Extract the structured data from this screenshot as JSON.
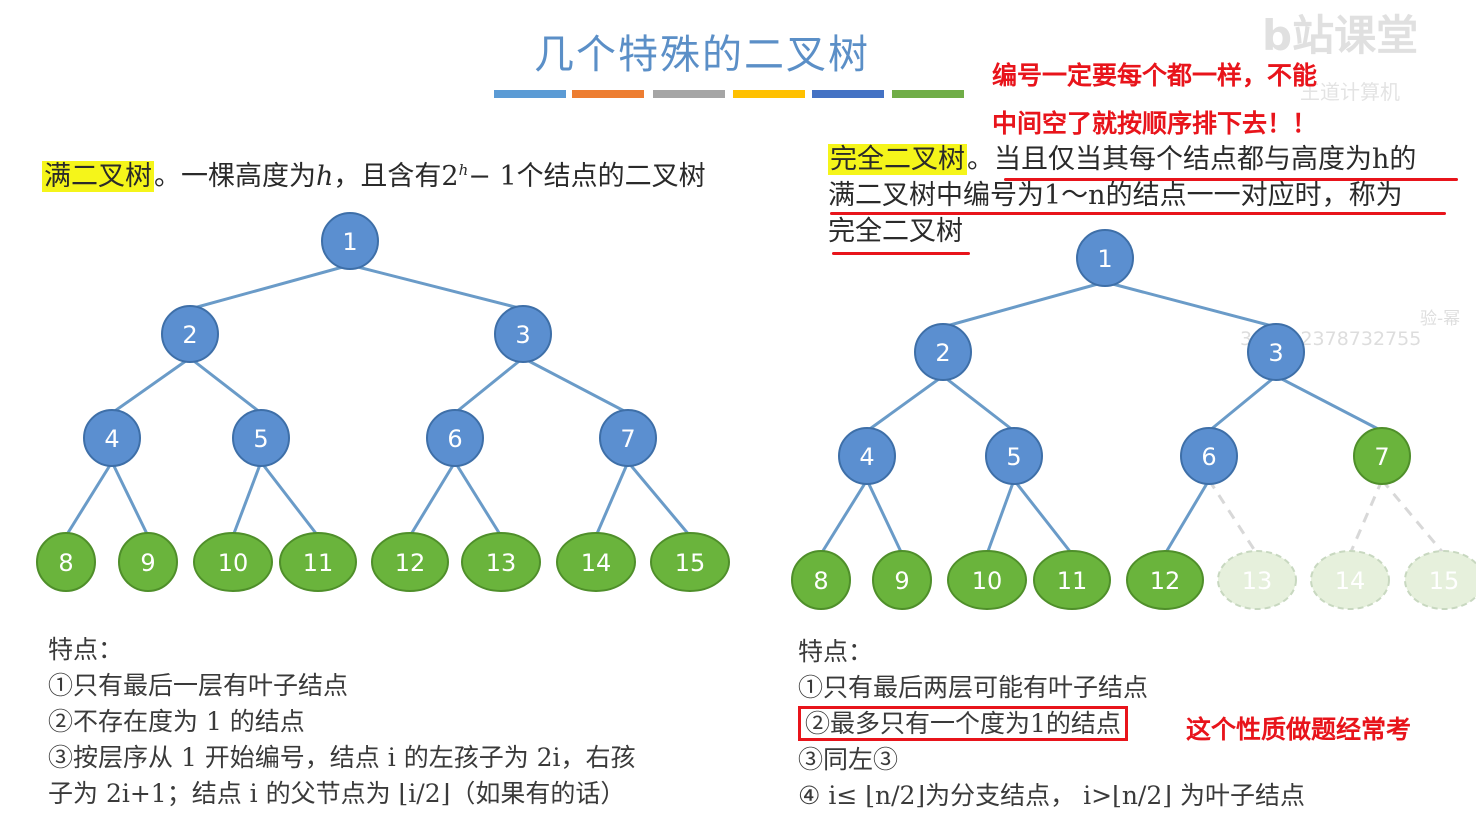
{
  "title": "几个特殊的二叉树",
  "colors": {
    "bars": [
      "#5b9bd5",
      "#ed7d31",
      "#a5a5a5",
      "#ffc000",
      "#4472c4",
      "#70ad47"
    ],
    "blue_node": "#5b8fd0",
    "green_node": "#6ab43c",
    "faded_node": "#e6f0dc",
    "edge": "#6a9bc8",
    "highlight": "#f5f51a",
    "annotation_red": "#e8141b"
  },
  "note_top_right": {
    "line1": "编号一定要每个都一样，不能",
    "line2": "中间空了就按顺序排下去！！"
  },
  "watermark": {
    "brand": "b站课堂",
    "sub": "王道计算机",
    "user": "验-幂",
    "id": "343312378732755"
  },
  "full_tree": {
    "term": "满二叉树",
    "definition_a": "。一棵高度为",
    "h": "h",
    "definition_b": "，且含有2",
    "sup": "h",
    "definition_c": "− 1个结点的二叉树",
    "nodes": [
      "1",
      "2",
      "3",
      "4",
      "5",
      "6",
      "7",
      "8",
      "9",
      "10",
      "11",
      "12",
      "13",
      "14",
      "15"
    ],
    "features_title": "特点：",
    "features": [
      "①只有最后一层有叶子结点",
      "②不存在度为 1 的结点",
      "③按层序从 1 开始编号，结点 i 的左孩子为 2i，右孩",
      "子为 2i+1；结点 i 的父节点为 ⌊i/2⌋（如果有的话）"
    ]
  },
  "complete_tree": {
    "term": "完全二叉树",
    "def_line1": "。当且仅当其每个结点都与高度为h的",
    "def_line2": "满二叉树中编号为1～n的结点一一对应时，称为",
    "def_line3": "完全二叉树",
    "nodes": [
      "1",
      "2",
      "3",
      "4",
      "5",
      "6",
      "7",
      "8",
      "9",
      "10",
      "11",
      "12"
    ],
    "faded_nodes": [
      "13",
      "14",
      "15"
    ],
    "features_title": "特点：",
    "features": [
      "①只有最后两层可能有叶子结点",
      "②最多只有一个度为1的结点",
      "③同左③",
      "④ i≤ ⌊n/2⌋为分支结点，  i>⌊n/2⌋ 为叶子结点"
    ],
    "feature_note": "这个性质做题经常考"
  }
}
